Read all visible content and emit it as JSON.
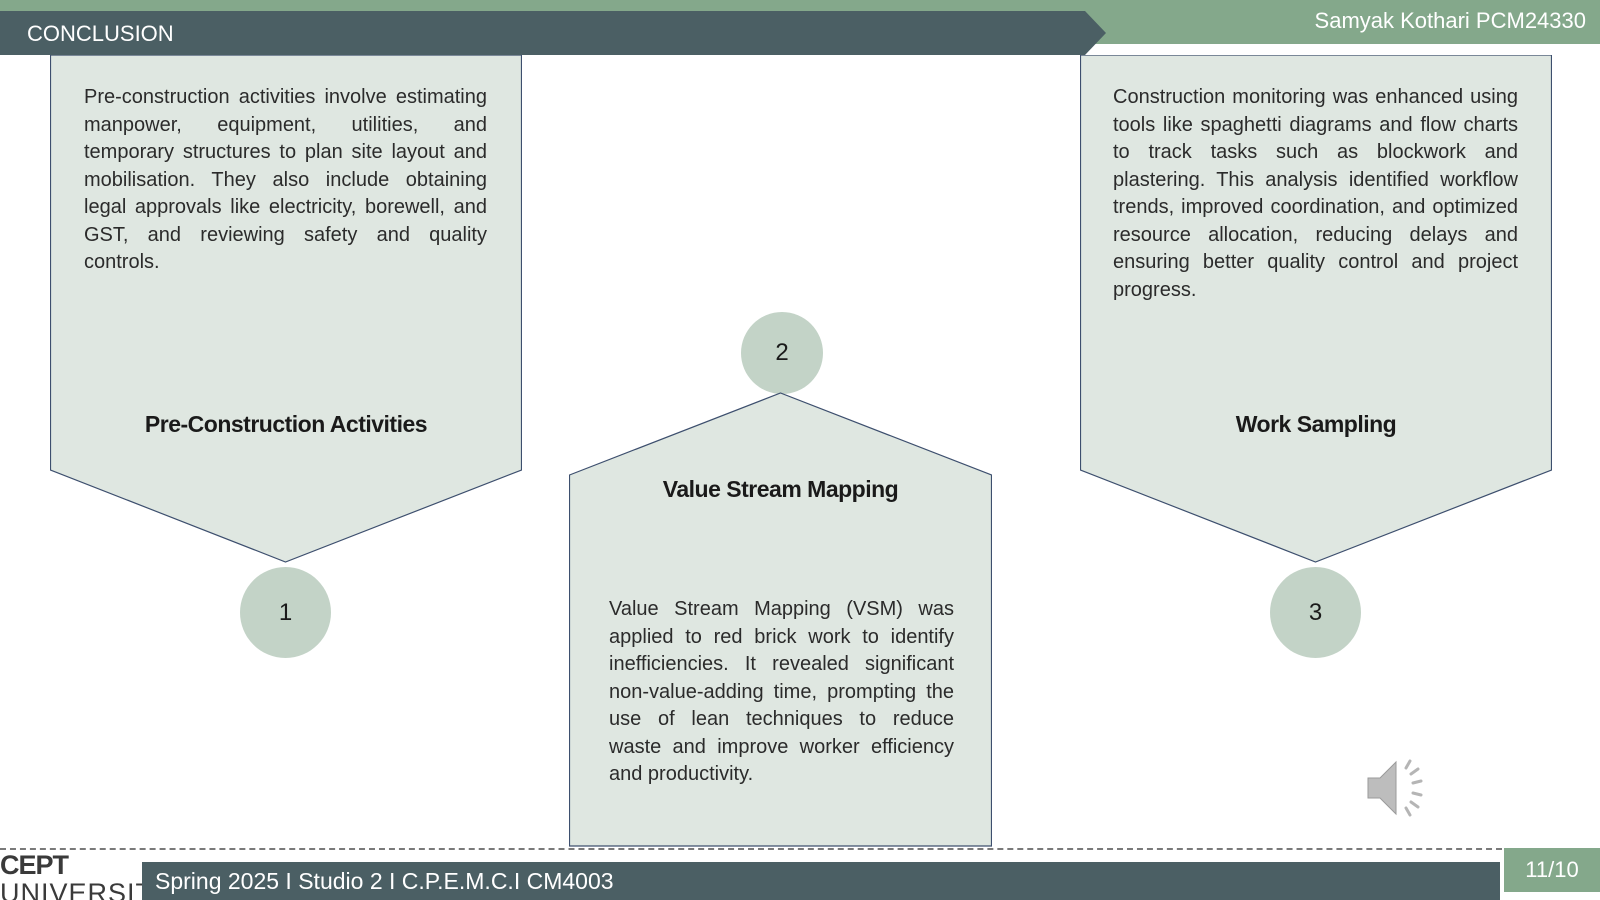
{
  "header": {
    "title": "CONCLUSION",
    "author": "Samyak Kothari PCM24330"
  },
  "panels": [
    {
      "number": "1",
      "title": "Pre-Construction Activities",
      "text": "Pre-construction activities involve estimating manpower, equipment, utilities, and temporary structures to plan site layout and mobilisation. They also include obtaining legal approvals like electricity, borewell, and GST, and reviewing safety and quality controls."
    },
    {
      "number": "2",
      "title": "Value Stream Mapping",
      "text": "Value Stream Mapping (VSM) was applied to red brick work to identify inefficiencies. It revealed significant non-value-adding time, prompting the use of lean techniques to reduce waste and improve worker efficiency and productivity."
    },
    {
      "number": "3",
      "title": "Work Sampling",
      "text": "Construction monitoring was enhanced using tools like spaghetti diagrams and flow charts to track tasks such as blockwork and plastering. This analysis identified workflow trends, improved coordination, and optimized resource allocation, reducing delays and ensuring better quality control and project progress."
    }
  ],
  "footer": {
    "course": "Spring 2025 I Studio 2 I C.P.E.M.C.I CM4003",
    "page": "11/10",
    "logo_line1": "CEPT",
    "logo_line2": "UNIVERSITY"
  },
  "colors": {
    "accent_green": "#84a88b",
    "dark_slate": "#4b5f64",
    "panel_fill": "#dfe7e1",
    "circle_fill": "#c3d3c7"
  },
  "icons": {
    "audio": "speaker-icon"
  }
}
